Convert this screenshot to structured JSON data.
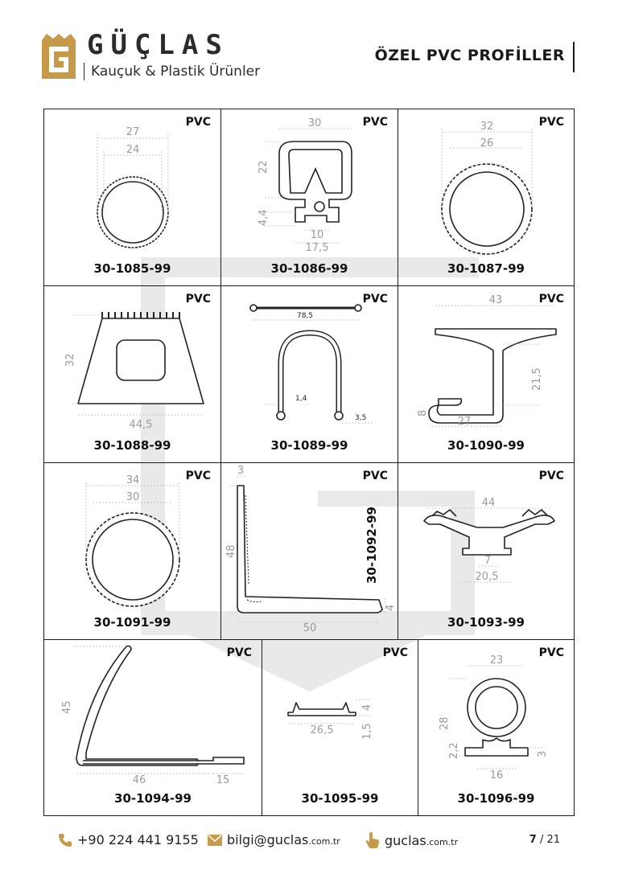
{
  "header": {
    "brand": "GÜÇLAS",
    "tagline": "Kauçuk & Plastik Ürünler",
    "page_title": "ÖZEL PVC PROFİLLER"
  },
  "colors": {
    "brand_gold": "#c79a4b",
    "text": "#1a1a1a",
    "dimension": "#9a9a9a",
    "watermark": "#e4e4e4"
  },
  "products": [
    {
      "code": "30-1085-99",
      "material": "PVC",
      "dims": [
        "27",
        "24"
      ]
    },
    {
      "code": "30-1086-99",
      "material": "PVC",
      "dims": [
        "30",
        "22",
        "4,4",
        "10",
        "17,5"
      ]
    },
    {
      "code": "30-1087-99",
      "material": "PVC",
      "dims": [
        "32",
        "26"
      ]
    },
    {
      "code": "30-1088-99",
      "material": "PVC",
      "dims": [
        "32",
        "44,5"
      ]
    },
    {
      "code": "30-1089-99",
      "material": "PVC",
      "dims": [
        "78,5",
        "1,4",
        "3,5"
      ]
    },
    {
      "code": "30-1090-99",
      "material": "PVC",
      "dims": [
        "43",
        "21,5",
        "8",
        "27"
      ]
    },
    {
      "code": "30-1091-99",
      "material": "PVC",
      "dims": [
        "34",
        "30"
      ]
    },
    {
      "code": "30-1092-99",
      "material": "PVC",
      "dims": [
        "3",
        "48",
        "50",
        "4"
      ]
    },
    {
      "code": "30-1093-99",
      "material": "PVC",
      "dims": [
        "44",
        "7",
        "20,5"
      ]
    },
    {
      "code": "30-1094-99",
      "material": "PVC",
      "dims": [
        "45",
        "46",
        "15"
      ]
    },
    {
      "code": "30-1095-99",
      "material": "PVC",
      "dims": [
        "4",
        "26,5",
        "1,5"
      ]
    },
    {
      "code": "30-1096-99",
      "material": "PVC",
      "dims": [
        "23",
        "28",
        "2,2",
        "16",
        "3"
      ]
    }
  ],
  "footer": {
    "phone": "+90 224 441 9155",
    "email_user": "bilgi@guclas",
    "email_domain": ".com.tr",
    "web_name": "guclas",
    "web_domain": ".com.tr",
    "page_current": "7",
    "page_total": "/ 21"
  }
}
